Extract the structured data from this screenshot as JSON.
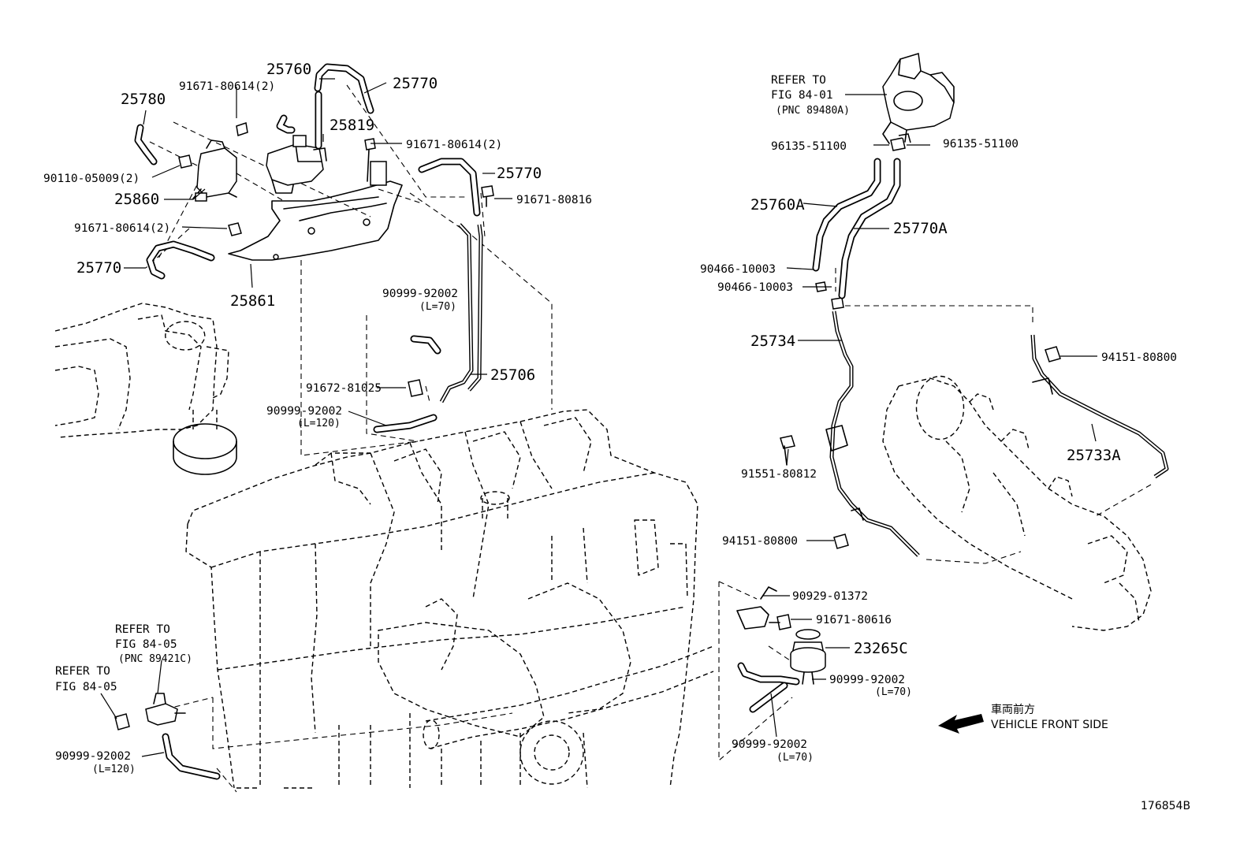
{
  "diagram_id": "176854B",
  "direction": {
    "jp": "車両前方",
    "en": "VEHICLE FRONT SIDE"
  },
  "references": {
    "top_right": {
      "line1": "REFER TO",
      "line2": "FIG 84-01",
      "line3": "(PNC 89480A)"
    },
    "bottom_left_a": {
      "line1": "REFER TO",
      "line2": "FIG 84-05",
      "line3": "(PNC 89421C)"
    },
    "bottom_left_b": {
      "line1": "REFER TO",
      "line2": "FIG 84-05"
    }
  },
  "parts": {
    "p25760": "25760",
    "p25770_top": "25770",
    "p25780": "25780",
    "p91671_80614_a": "91671-80614(2)",
    "p25819": "25819",
    "p91671_80614_b": "91671-80614(2)",
    "p90110": "90110-05009(2)",
    "p25860": "25860",
    "p25770_mid": "25770",
    "p91671_80816": "91671-80816",
    "p91671_80614_c": "91671-80614(2)",
    "p25770_left": "25770",
    "p25861": "25861",
    "p90999_a": "90999-92002",
    "p90999_a_len": "(L=70)",
    "p25706": "25706",
    "p91672": "91672-81025",
    "p90999_b": "90999-92002",
    "p90999_b_len": "(L=120)",
    "p96135_a": "96135-51100",
    "p96135_b": "96135-51100",
    "p25760A": "25760A",
    "p25770A": "25770A",
    "p90466_a": "90466-10003",
    "p90466_b": "90466-10003",
    "p25734": "25734",
    "p94151_a": "94151-80800",
    "p25733A": "25733A",
    "p91551": "91551-80812",
    "p94151_b": "94151-80800",
    "p90929": "90929-01372",
    "p91671_80616": "91671-80616",
    "p23265C": "23265C",
    "p90999_c": "90999-92002",
    "p90999_c_len": "(L=70)",
    "p90999_d": "90999-92002",
    "p90999_d_len": "(L=70)",
    "p90999_e": "90999-92002",
    "p90999_e_len": "(L=120)"
  }
}
